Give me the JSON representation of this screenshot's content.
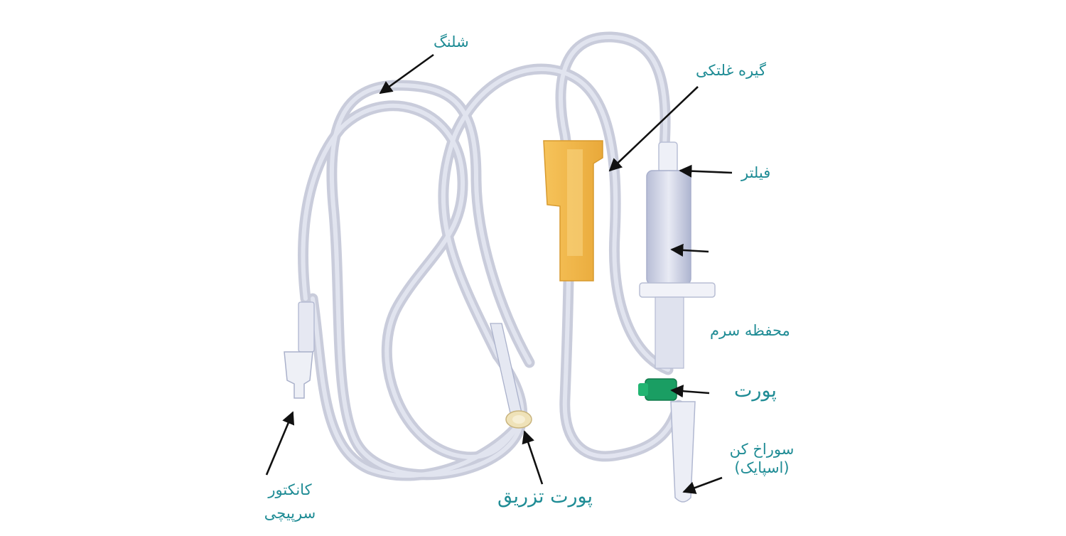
{
  "labels": {
    "tube": "شلنگ",
    "roller_clamp": "گیره غلتکی",
    "filter": "فیلتر",
    "drip_chamber": "محفظه سرم",
    "port": "پورت",
    "spike_line1": "سوراخ کن",
    "spike_line2": "(اسپایک)",
    "connector_line1": "کانکتور",
    "connector_line2": "سرپیچی",
    "injection_port": "پورت تزریق"
  },
  "colors": {
    "label_text": "#1f8c95",
    "tube": "#c4c9dc",
    "tube_edge": "#9ea4bf",
    "clamp": "#f2b84b",
    "port_green": "#1a9e63",
    "arrow": "#111111"
  }
}
